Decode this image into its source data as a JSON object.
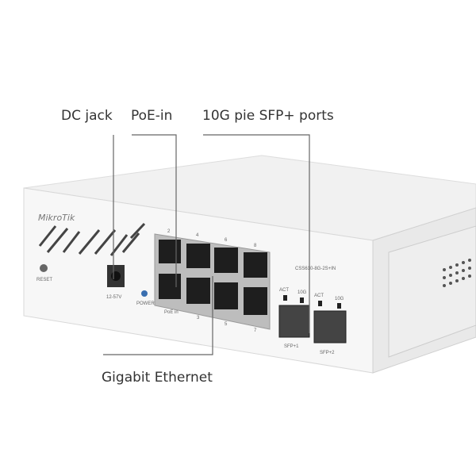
{
  "callouts": {
    "dc_jack": "DC jack",
    "poe_in": "PoE-in",
    "sfp_ports": "10G pie SFP+ ports",
    "gigabit": "Gigabit Ethernet"
  },
  "device": {
    "brand": "MikroTik",
    "model": "CSS610-8G-2S+IN",
    "reset": "RESET",
    "voltage": "12-57V",
    "power": "POWER",
    "poe_in_port": "PoE in",
    "port_numbers_top": [
      "2",
      "4",
      "6",
      "8"
    ],
    "port_numbers_bottom": [
      "3",
      "5",
      "7"
    ],
    "act": "ACT",
    "tenG": "10G",
    "sfp1": "SFP+1",
    "sfp2": "SFP+2"
  },
  "colors": {
    "body": "#f4f4f4",
    "line": "#666666",
    "port": "#1e1e1e",
    "led": "#b9b86a"
  }
}
